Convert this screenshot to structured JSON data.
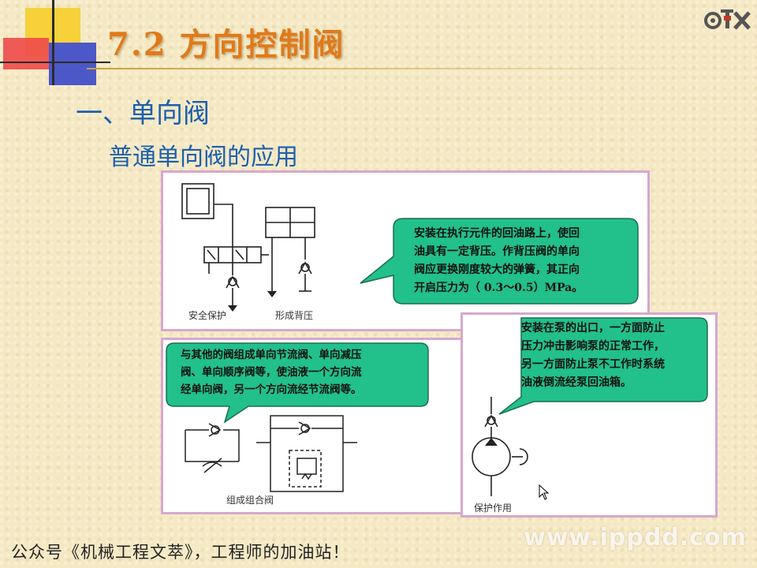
{
  "title": "7.2 方向控制阀",
  "heading1": "一、单向阀",
  "heading2": "普通单向阀的应用",
  "panel_top": {
    "callout_lines": [
      "安装在执行元件的回油路上，使回",
      "油具有一定背压。作背压阀的单向",
      "阀应更换刚度较大的弹簧，其正向",
      "开启压力为（ 0.3～0.5）MPa。"
    ],
    "caption_left": "安全保护",
    "caption_right": "形成背压"
  },
  "panel_bottom_left": {
    "callout_lines": [
      "与其他的阀组成单向节流阀、单向减压",
      "阀、单向顺序阀等，使油液一个方向流",
      "经单向阀，另一个方向流经节流阀等。"
    ],
    "caption": "组成组合阀"
  },
  "panel_right": {
    "callout_lines": [
      "安装在泵的出口，一方面防止",
      "压力冲击影响泵的正常工作，",
      "另一方面防止泵不工作时系统",
      "油液倒流经泵回油箱。"
    ],
    "caption": "保护作用"
  },
  "footer": "公众号《机械工程文萃》，工程师的加油站！",
  "watermark": "www.ippdd.com",
  "colors": {
    "background": "#f5e9c4",
    "title": "#e07a1a",
    "heading": "#1c5fae",
    "callout_fill": "#22c08a",
    "panel_border": "#d6a8cf"
  },
  "icons": [
    "logo-icon",
    "mouse-cursor-icon"
  ]
}
